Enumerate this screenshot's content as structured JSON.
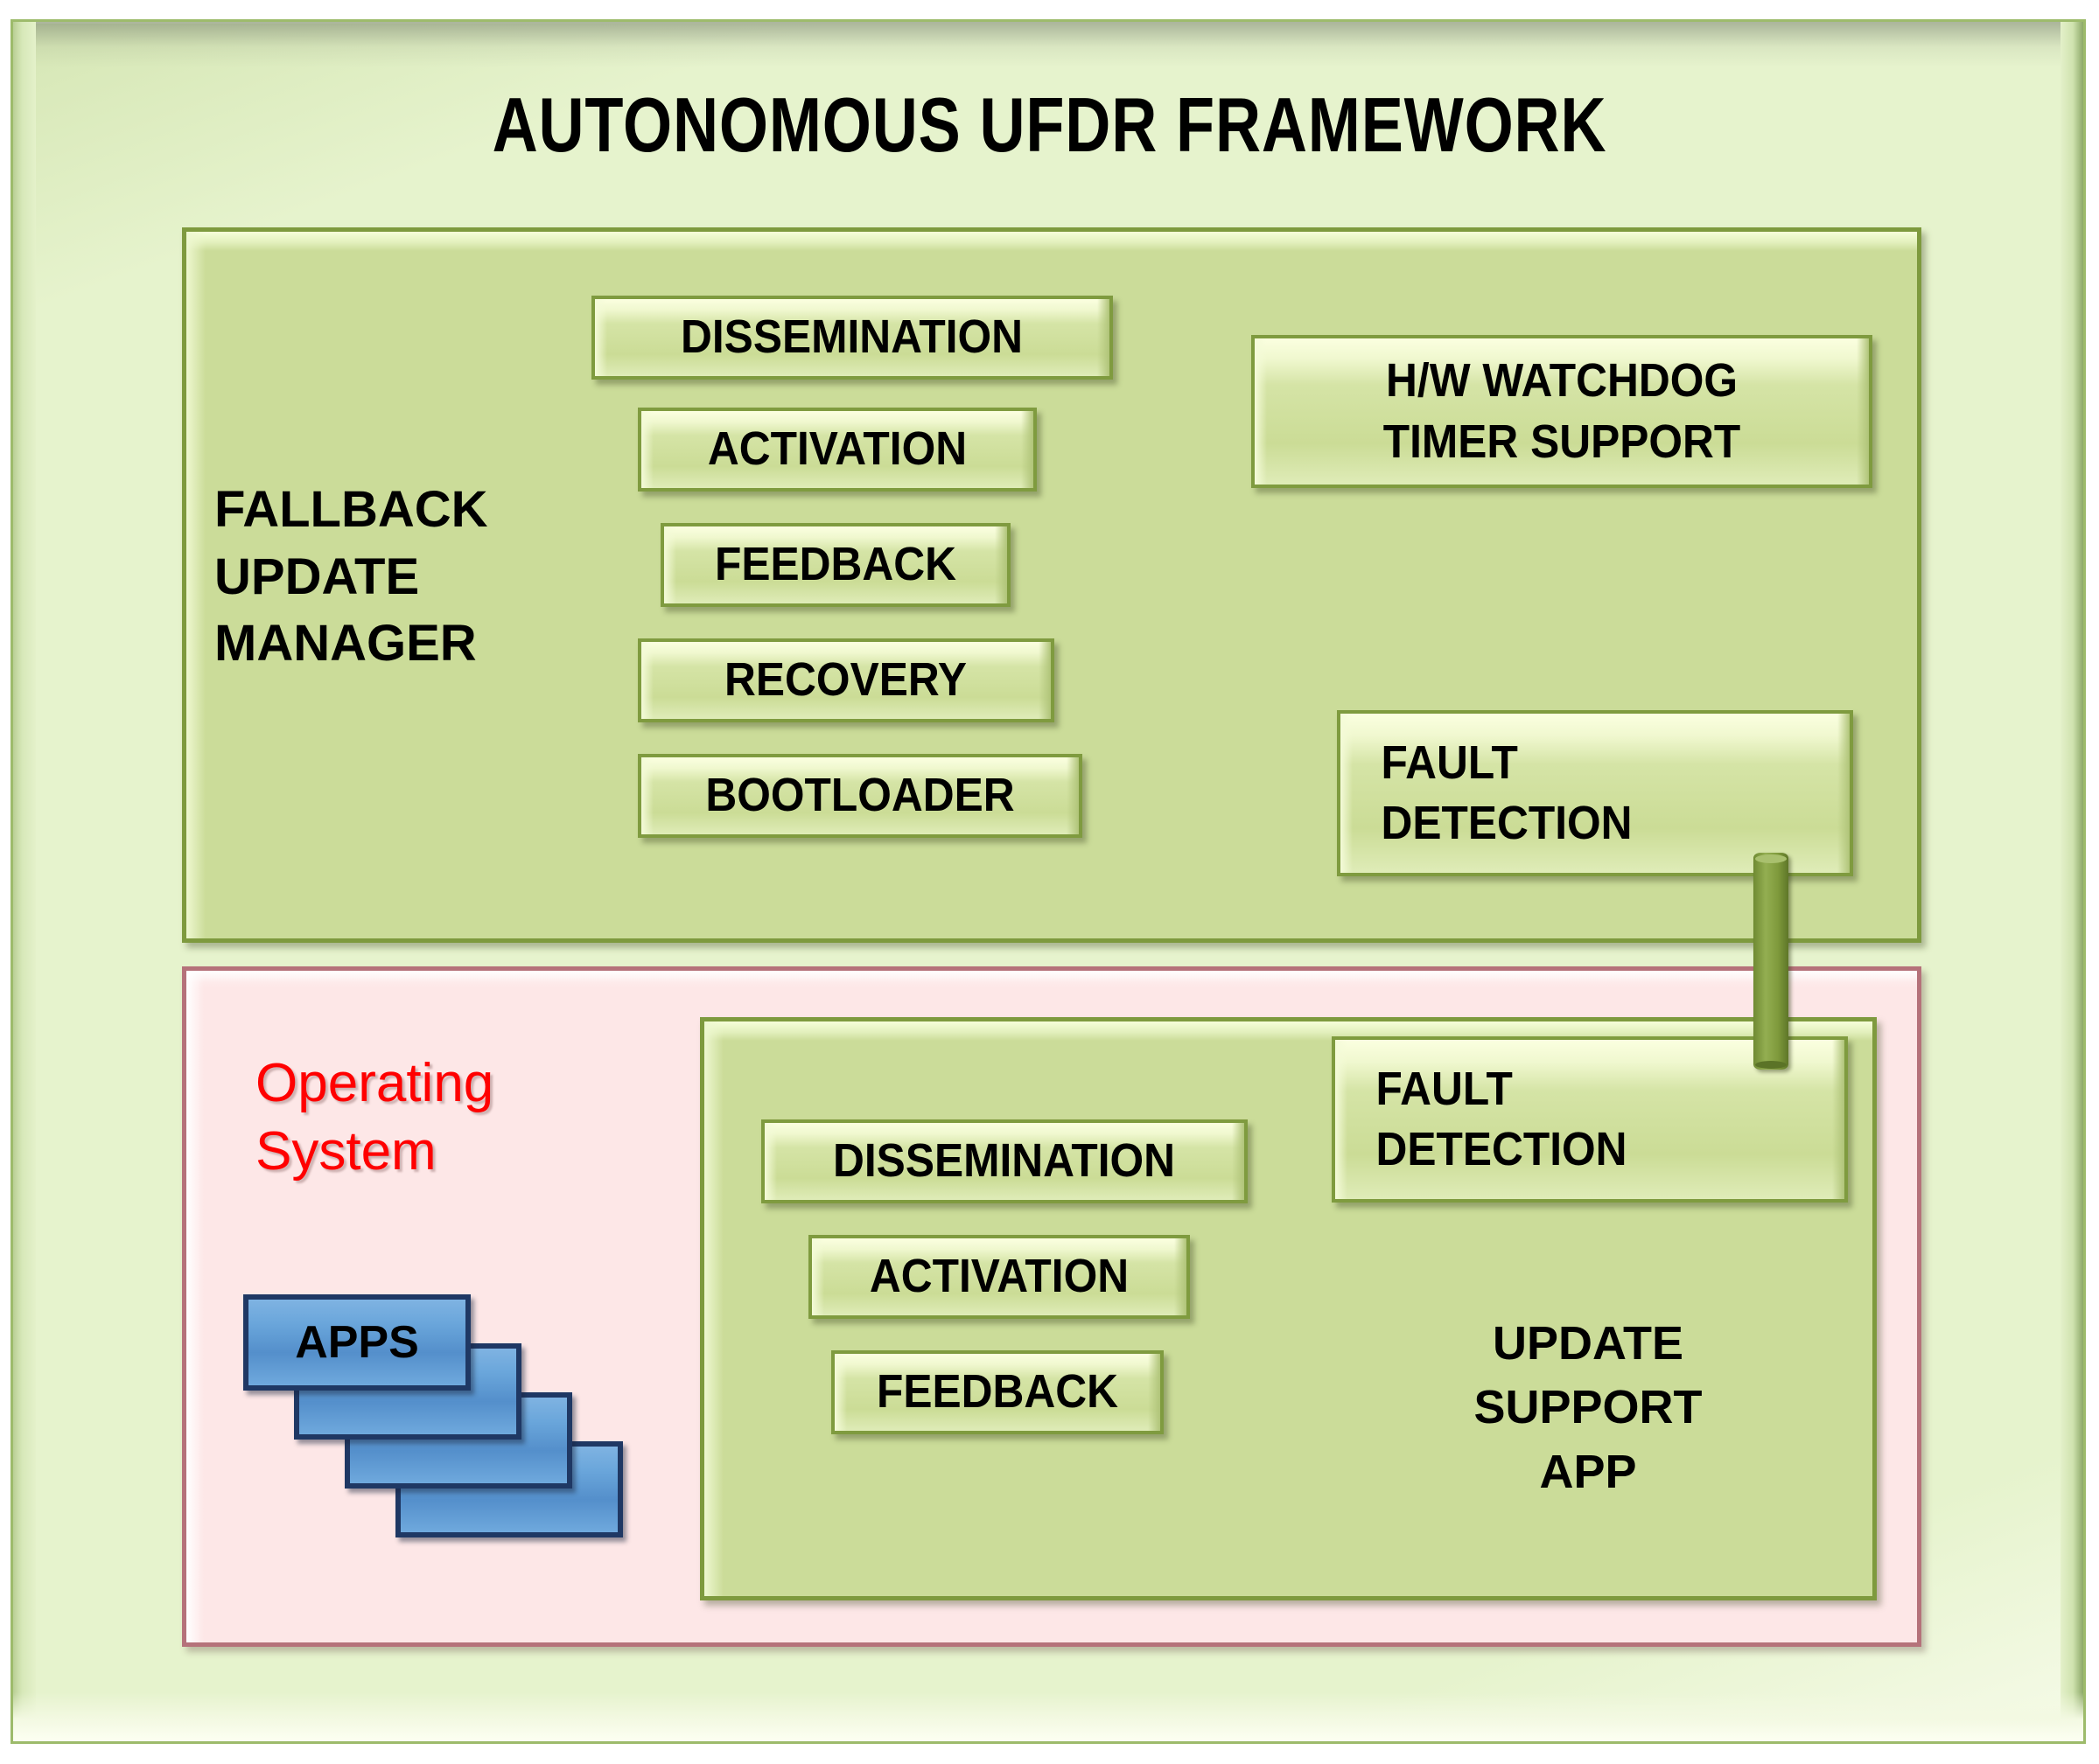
{
  "title": "AUTONOMOUS UFDR FRAMEWORK",
  "colors": {
    "outer_background": "#e6f3cd",
    "panel_green_fill": "#cbdc99",
    "panel_green_border": "#7e9a3e",
    "panel_pink_fill": "#fde7e7",
    "panel_pink_border": "#b5727a",
    "box_fill": "#cbdc96",
    "box_border": "#7f9b3f",
    "apps_fill": "#5b9bd5",
    "apps_border": "#1f3864",
    "os_label_color": "#ff0000",
    "connector_color": "#7f9a3c",
    "text_color": "#000000"
  },
  "upper_panel": {
    "name": "fallback-update-manager-panel",
    "left_label": "FALLBACK\nUPDATE\nMANAGER",
    "left_label_lines": [
      "FALLBACK",
      "UPDATE",
      "MANAGER"
    ],
    "stack_boxes": [
      {
        "label": "DISSEMINATION"
      },
      {
        "label": "ACTIVATION"
      },
      {
        "label": "FEEDBACK"
      },
      {
        "label": "RECOVERY"
      },
      {
        "label": "BOOTLOADER"
      }
    ],
    "watchdog_box": {
      "label": "H/W WATCHDOG\nTIMER SUPPORT",
      "lines": [
        "H/W WATCHDOG",
        "TIMER SUPPORT"
      ]
    },
    "fault_box": {
      "label": "FAULT\nDETECTION",
      "lines": [
        "FAULT",
        "DETECTION"
      ]
    }
  },
  "lower_panel": {
    "name": "operating-system-panel",
    "os_label": "Operating System",
    "os_label_lines": [
      "Operating",
      "System"
    ],
    "apps": {
      "label": "APPS",
      "card_count": 4
    },
    "update_support_app": {
      "label": "UPDATE SUPPORT APP",
      "lines": [
        "UPDATE",
        "SUPPORT",
        "APP"
      ],
      "stack_boxes": [
        {
          "label": "DISSEMINATION"
        },
        {
          "label": "ACTIVATION"
        },
        {
          "label": "FEEDBACK"
        }
      ],
      "fault_box": {
        "label": "FAULT\nDETECTION",
        "lines": [
          "FAULT",
          "DETECTION"
        ]
      }
    }
  },
  "connector": {
    "name": "fault-detection-link",
    "shape": "vertical-cylinder"
  }
}
